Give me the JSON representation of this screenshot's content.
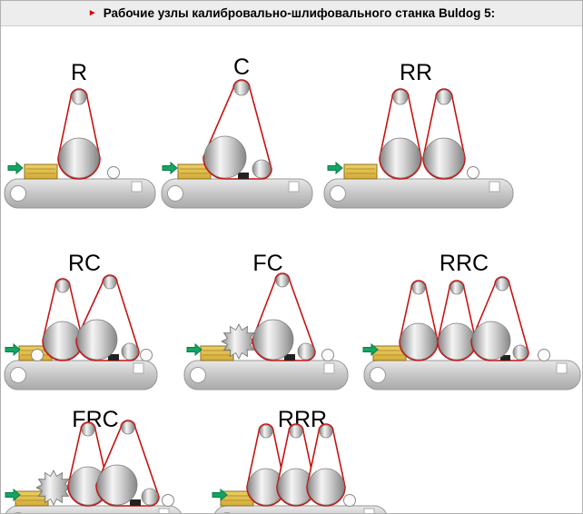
{
  "header": {
    "marker_glyph": "►",
    "title": "Рабочие узлы калибровально-шлифовального станка Buldog 5:"
  },
  "units": [
    {
      "id": "R",
      "label": "R"
    },
    {
      "id": "C",
      "label": "C"
    },
    {
      "id": "RR",
      "label": "RR"
    },
    {
      "id": "RC",
      "label": "RC"
    },
    {
      "id": "FC",
      "label": "FC"
    },
    {
      "id": "RRC",
      "label": "RRC"
    },
    {
      "id": "FRC",
      "label": "FRC"
    },
    {
      "id": "RRR",
      "label": "RRR"
    }
  ],
  "icons": {
    "feed_arrow": "green-right-arrow",
    "cutter": "serrated-cutter-wheel"
  },
  "colors": {
    "belt_outline": "#c8120f",
    "feed_arrow_green": "#14a463",
    "workpiece_yellow": "#d3ab38",
    "roller_gray": "#c9c9c9",
    "title_marker_red": "#d40000"
  }
}
